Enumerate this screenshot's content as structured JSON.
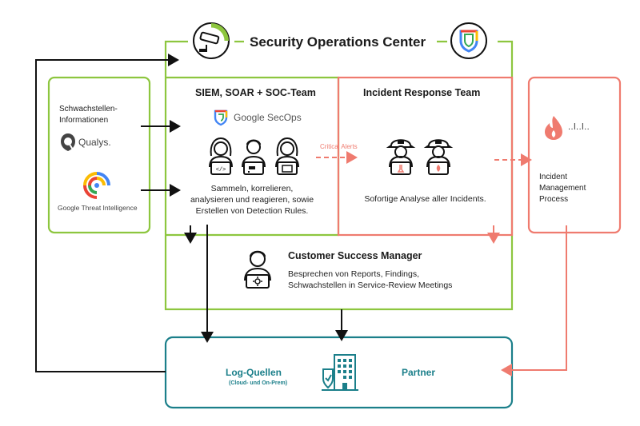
{
  "title": "Security Operations Center",
  "siem": {
    "heading": "SIEM, SOAR + SOC-Team",
    "product": "Google SecOps",
    "description": [
      "Sammeln, korrelieren,",
      "analysieren und reagieren, sowie",
      "Erstellen von Detection Rules."
    ]
  },
  "incident_team": {
    "heading": "Incident Response Team",
    "description": "Sofortige Analyse aller Incidents."
  },
  "critical_alerts": "Critical Alerts",
  "vuln_info": {
    "label": [
      "Schwachstellen-",
      "Informationen"
    ],
    "qualys": "Qualys.",
    "gti": "Google Threat Intelligence"
  },
  "csm": {
    "heading": "Customer Success Manager",
    "description": [
      "Besprechen von Reports, Findings,",
      "Schwachstellen in Service-Review Meetings"
    ]
  },
  "incident_mgmt": {
    "label": [
      "Incident",
      "Management",
      "Process"
    ],
    "signal": "..l..l.."
  },
  "bottom": {
    "log_sources": "Log-Quellen",
    "log_sources_sub": "(Cloud- und On-Prem)",
    "partner": "Partner"
  },
  "colors": {
    "green": "#8dc63f",
    "salmon": "#ef7b6f",
    "teal": "#1b7f8a",
    "black": "#111111"
  },
  "icons": [
    "cctv-camera-icon",
    "shield-logo-icon",
    "secops-shield-icon",
    "qualys-logo-icon",
    "gti-logo-icon",
    "analyst-icon",
    "firefighter-icon",
    "manager-icon",
    "flame-icon",
    "building-icon"
  ]
}
